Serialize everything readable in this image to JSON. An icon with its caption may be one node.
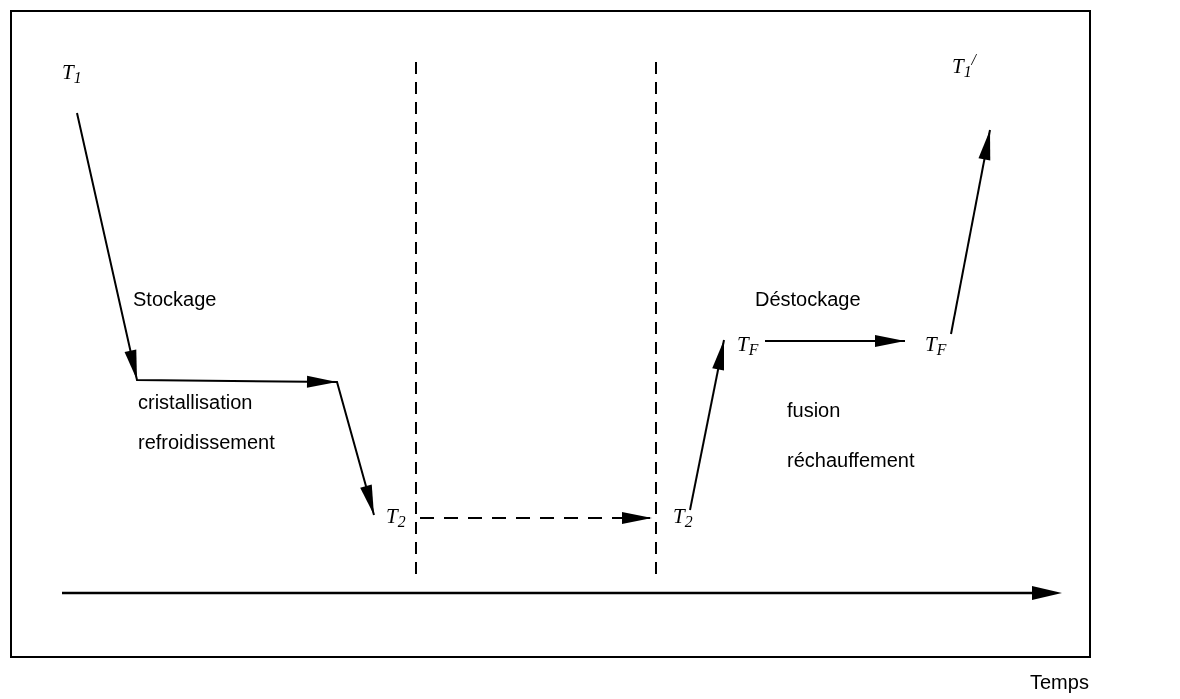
{
  "diagram": {
    "nodes": [
      {
        "text": [
          "T$_{1}$"
        ]
      },
      {
        "text": [
          "T$_{2}$"
        ]
      },
      {
        "text": [
          "T$_{2}$"
        ]
      },
      {
        "text": [
          "T$_{F}$"
        ]
      },
      {
        "text": [
          "T$_{F}$"
        ]
      },
      {
        "text": [
          "T$_{1}$$^{/}$"
        ]
      }
    ],
    "edges": [
      {
        "from": 0,
        "to": 1,
        "arrow": "to"
      },
      {
        "from": 1,
        "to": 2,
        "arrow": "to",
        "style": "dashed"
      },
      {
        "from": 2,
        "to": 3,
        "arrow": "to"
      },
      {
        "from": 3,
        "to": 4,
        "arrow": "to"
      },
      {
        "from": 4,
        "to": 5,
        "arrow": "to"
      }
    ],
    "labels": [
      "Stockage",
      "cristallisation",
      "refroidissement",
      "Déstockage",
      "fusion",
      "réchauffement",
      "Temps"
    ]
  }
}
